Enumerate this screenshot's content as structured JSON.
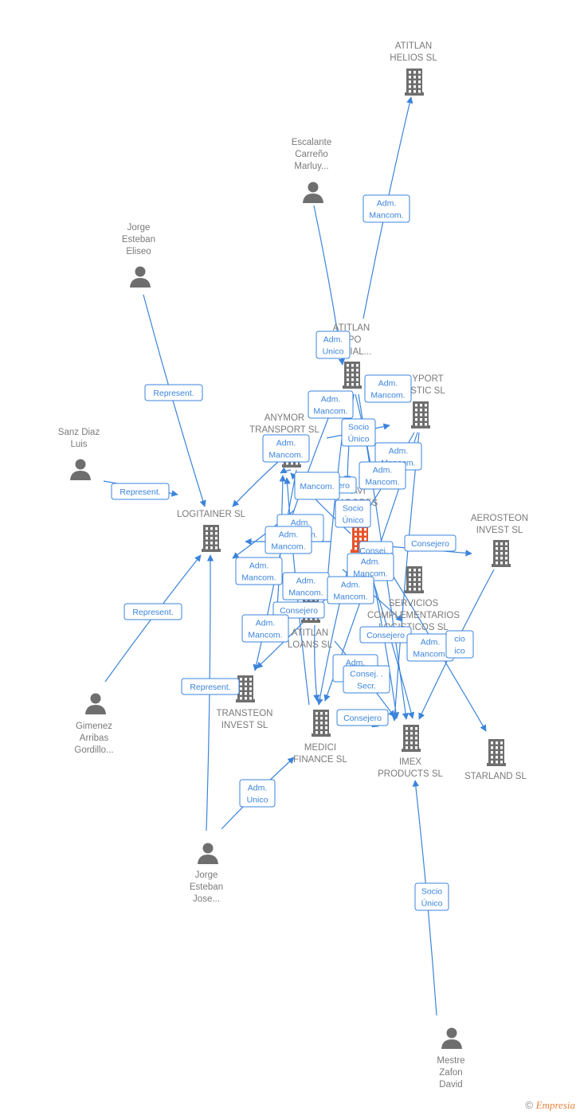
{
  "colors": {
    "edge": "#3b84dc",
    "node_icon": "#6e6e6e",
    "highlight": "#e8522a",
    "label": "#7a7a7a"
  },
  "watermark": {
    "symbol": "©",
    "brand": "Empresia"
  },
  "nodes": [
    {
      "id": "atitlan_helios",
      "kind": "company",
      "lines": [
        "ATITLAN",
        "HELIOS  SL"
      ]
    },
    {
      "id": "escalante",
      "kind": "person",
      "lines": [
        "Escalante",
        "Carreño",
        "Marluy..."
      ]
    },
    {
      "id": "jorge_eliseo",
      "kind": "person",
      "lines": [
        "Jorge",
        "Esteban",
        "Eliseo"
      ]
    },
    {
      "id": "atitlan_grupo",
      "kind": "company",
      "lines": [
        "ATITLAN",
        "UPO",
        "SARIAL..."
      ]
    },
    {
      "id": "anymore",
      "kind": "company",
      "lines": [
        "ANYMOR",
        "TRANSPORT SL"
      ]
    },
    {
      "id": "airport",
      "kind": "company",
      "lines": [
        "YPORT",
        "STIC  SL"
      ]
    },
    {
      "id": "sanz_diaz",
      "kind": "person",
      "lines": [
        "Sanz Diaz",
        "Luis"
      ]
    },
    {
      "id": "logitainer",
      "kind": "company",
      "lines": [
        "LOGITAINER SL"
      ]
    },
    {
      "id": "center",
      "kind": "company",
      "highlight": true,
      "lines": [
        "AVI",
        "ADORES"
      ]
    },
    {
      "id": "aerosteon",
      "kind": "company",
      "lines": [
        "AEROSTEON",
        "INVEST  SL"
      ]
    },
    {
      "id": "servicios",
      "kind": "company",
      "lines": [
        "SERVICIOS",
        "COMPLEMENTARIOS",
        "LOGISTICOS SL"
      ]
    },
    {
      "id": "atitlan_loans",
      "kind": "company",
      "lines": [
        "ATITLAN",
        "LOANS  SL"
      ]
    },
    {
      "id": "transteon",
      "kind": "company",
      "lines": [
        "TRANSTEON",
        "INVEST  SL"
      ]
    },
    {
      "id": "gimenez",
      "kind": "person",
      "lines": [
        "Gimenez",
        "Arribas",
        "Gordillo..."
      ]
    },
    {
      "id": "medici",
      "kind": "company",
      "lines": [
        "MEDICI",
        "FINANCE SL"
      ]
    },
    {
      "id": "imex",
      "kind": "company",
      "lines": [
        "IMEX",
        "PRODUCTS SL"
      ]
    },
    {
      "id": "starland",
      "kind": "company",
      "lines": [
        "STARLAND  SL"
      ]
    },
    {
      "id": "jorge_jose",
      "kind": "person",
      "lines": [
        "Jorge",
        "Esteban",
        "Jose..."
      ]
    },
    {
      "id": "mestre",
      "kind": "person",
      "lines": [
        "Mestre",
        "Zafon",
        "David"
      ]
    }
  ],
  "edge_labels": [
    {
      "id": "e1",
      "lines": [
        "Adm.",
        "Mancom."
      ]
    },
    {
      "id": "e2",
      "lines": [
        "Adm.",
        "Unico"
      ]
    },
    {
      "id": "e3",
      "lines": [
        "Represent."
      ]
    },
    {
      "id": "e4",
      "lines": [
        "Adm.",
        "Mancom."
      ]
    },
    {
      "id": "e5",
      "lines": [
        "Adm.",
        "Mancom."
      ]
    },
    {
      "id": "e6",
      "lines": [
        "Socio",
        "Único"
      ]
    },
    {
      "id": "e7",
      "lines": [
        "Adm.",
        "Mancom."
      ]
    },
    {
      "id": "e8",
      "lines": [
        "Adm.",
        "Mancom."
      ]
    },
    {
      "id": "e9",
      "lines": [
        "Adm.",
        "Mancom."
      ]
    },
    {
      "id": "e10",
      "lines": [
        "Represent."
      ]
    },
    {
      "id": "e11",
      "lines": [
        "Consejero"
      ]
    },
    {
      "id": "e12",
      "lines": [
        "Mancom."
      ]
    },
    {
      "id": "e13",
      "lines": [
        "Socio",
        "Único"
      ]
    },
    {
      "id": "e14",
      "lines": [
        "Adm.",
        "Mancom."
      ]
    },
    {
      "id": "e15",
      "lines": [
        "Adm.",
        "Mancom."
      ]
    },
    {
      "id": "e16",
      "lines": [
        "Consej. ."
      ]
    },
    {
      "id": "e17",
      "lines": [
        "Consejero"
      ]
    },
    {
      "id": "e18",
      "lines": [
        "Adm.",
        "Mancom."
      ]
    },
    {
      "id": "e19",
      "lines": [
        "Adm.",
        "Mancom."
      ]
    },
    {
      "id": "e20",
      "lines": [
        "Adm.",
        "Mancom."
      ]
    },
    {
      "id": "e21",
      "lines": [
        "Adm.",
        "Mancom."
      ]
    },
    {
      "id": "e22",
      "lines": [
        "Represent."
      ]
    },
    {
      "id": "e23",
      "lines": [
        "Consejero"
      ]
    },
    {
      "id": "e24",
      "lines": [
        "Adm.",
        "Mancom."
      ]
    },
    {
      "id": "e25",
      "lines": [
        "Consejero"
      ]
    },
    {
      "id": "e26",
      "lines": [
        "Adm.",
        "Mancom."
      ]
    },
    {
      "id": "e27",
      "lines": [
        "cio",
        "ico"
      ]
    },
    {
      "id": "e28",
      "lines": [
        "Adm.",
        "M"
      ]
    },
    {
      "id": "e29",
      "lines": [
        "Consej. .",
        "Secr."
      ]
    },
    {
      "id": "e30",
      "lines": [
        "Represent."
      ]
    },
    {
      "id": "e31",
      "lines": [
        "Consejero"
      ]
    },
    {
      "id": "e32",
      "lines": [
        "Adm.",
        "Unico"
      ]
    },
    {
      "id": "e33",
      "lines": [
        "Socio",
        "Único"
      ]
    }
  ]
}
